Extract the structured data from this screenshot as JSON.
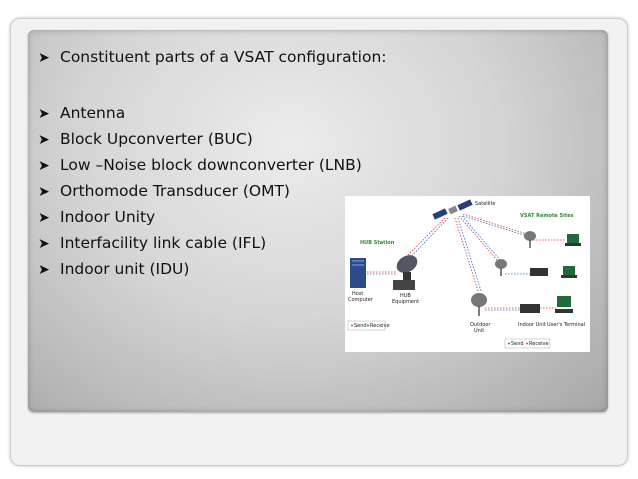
{
  "slide": {
    "bullets": [
      {
        "text": "Constituent parts of a VSAT configuration:"
      },
      {
        "text": "Antenna"
      },
      {
        "text": "Block Upconverter (BUC)"
      },
      {
        "text": "Low –Noise block downconverter (LNB)"
      },
      {
        "text": "Orthomode Transducer (OMT)"
      },
      {
        "text": "Indoor Unity"
      },
      {
        "text": "Interfacility link cable (IFL)"
      },
      {
        "text": "Indoor unit (IDU)"
      }
    ],
    "marker_glyph": "➤"
  },
  "diagram": {
    "satellite_label": "Satellite",
    "hub_station_label": "HUB Station",
    "remote_sites_label": "VSAT Remote Sites",
    "host_computer_label": "Host",
    "host_computer_label2": "Computer",
    "hub_equipment_label": "HUB",
    "hub_equipment_label2": "Equipment",
    "outdoor_unit_label": "Outdoor",
    "outdoor_unit_label2": "Unit",
    "indoor_unit_label": "Indoor Unit",
    "users_terminal_label": "User's Terminal",
    "legend_left": {
      "send": "Send",
      "receive": "Receive"
    },
    "legend_right": {
      "send": "Send",
      "receive": "Receive"
    },
    "colors": {
      "send": "#dd3333",
      "receive": "#3366cc",
      "title": "#2f8a2f"
    }
  }
}
